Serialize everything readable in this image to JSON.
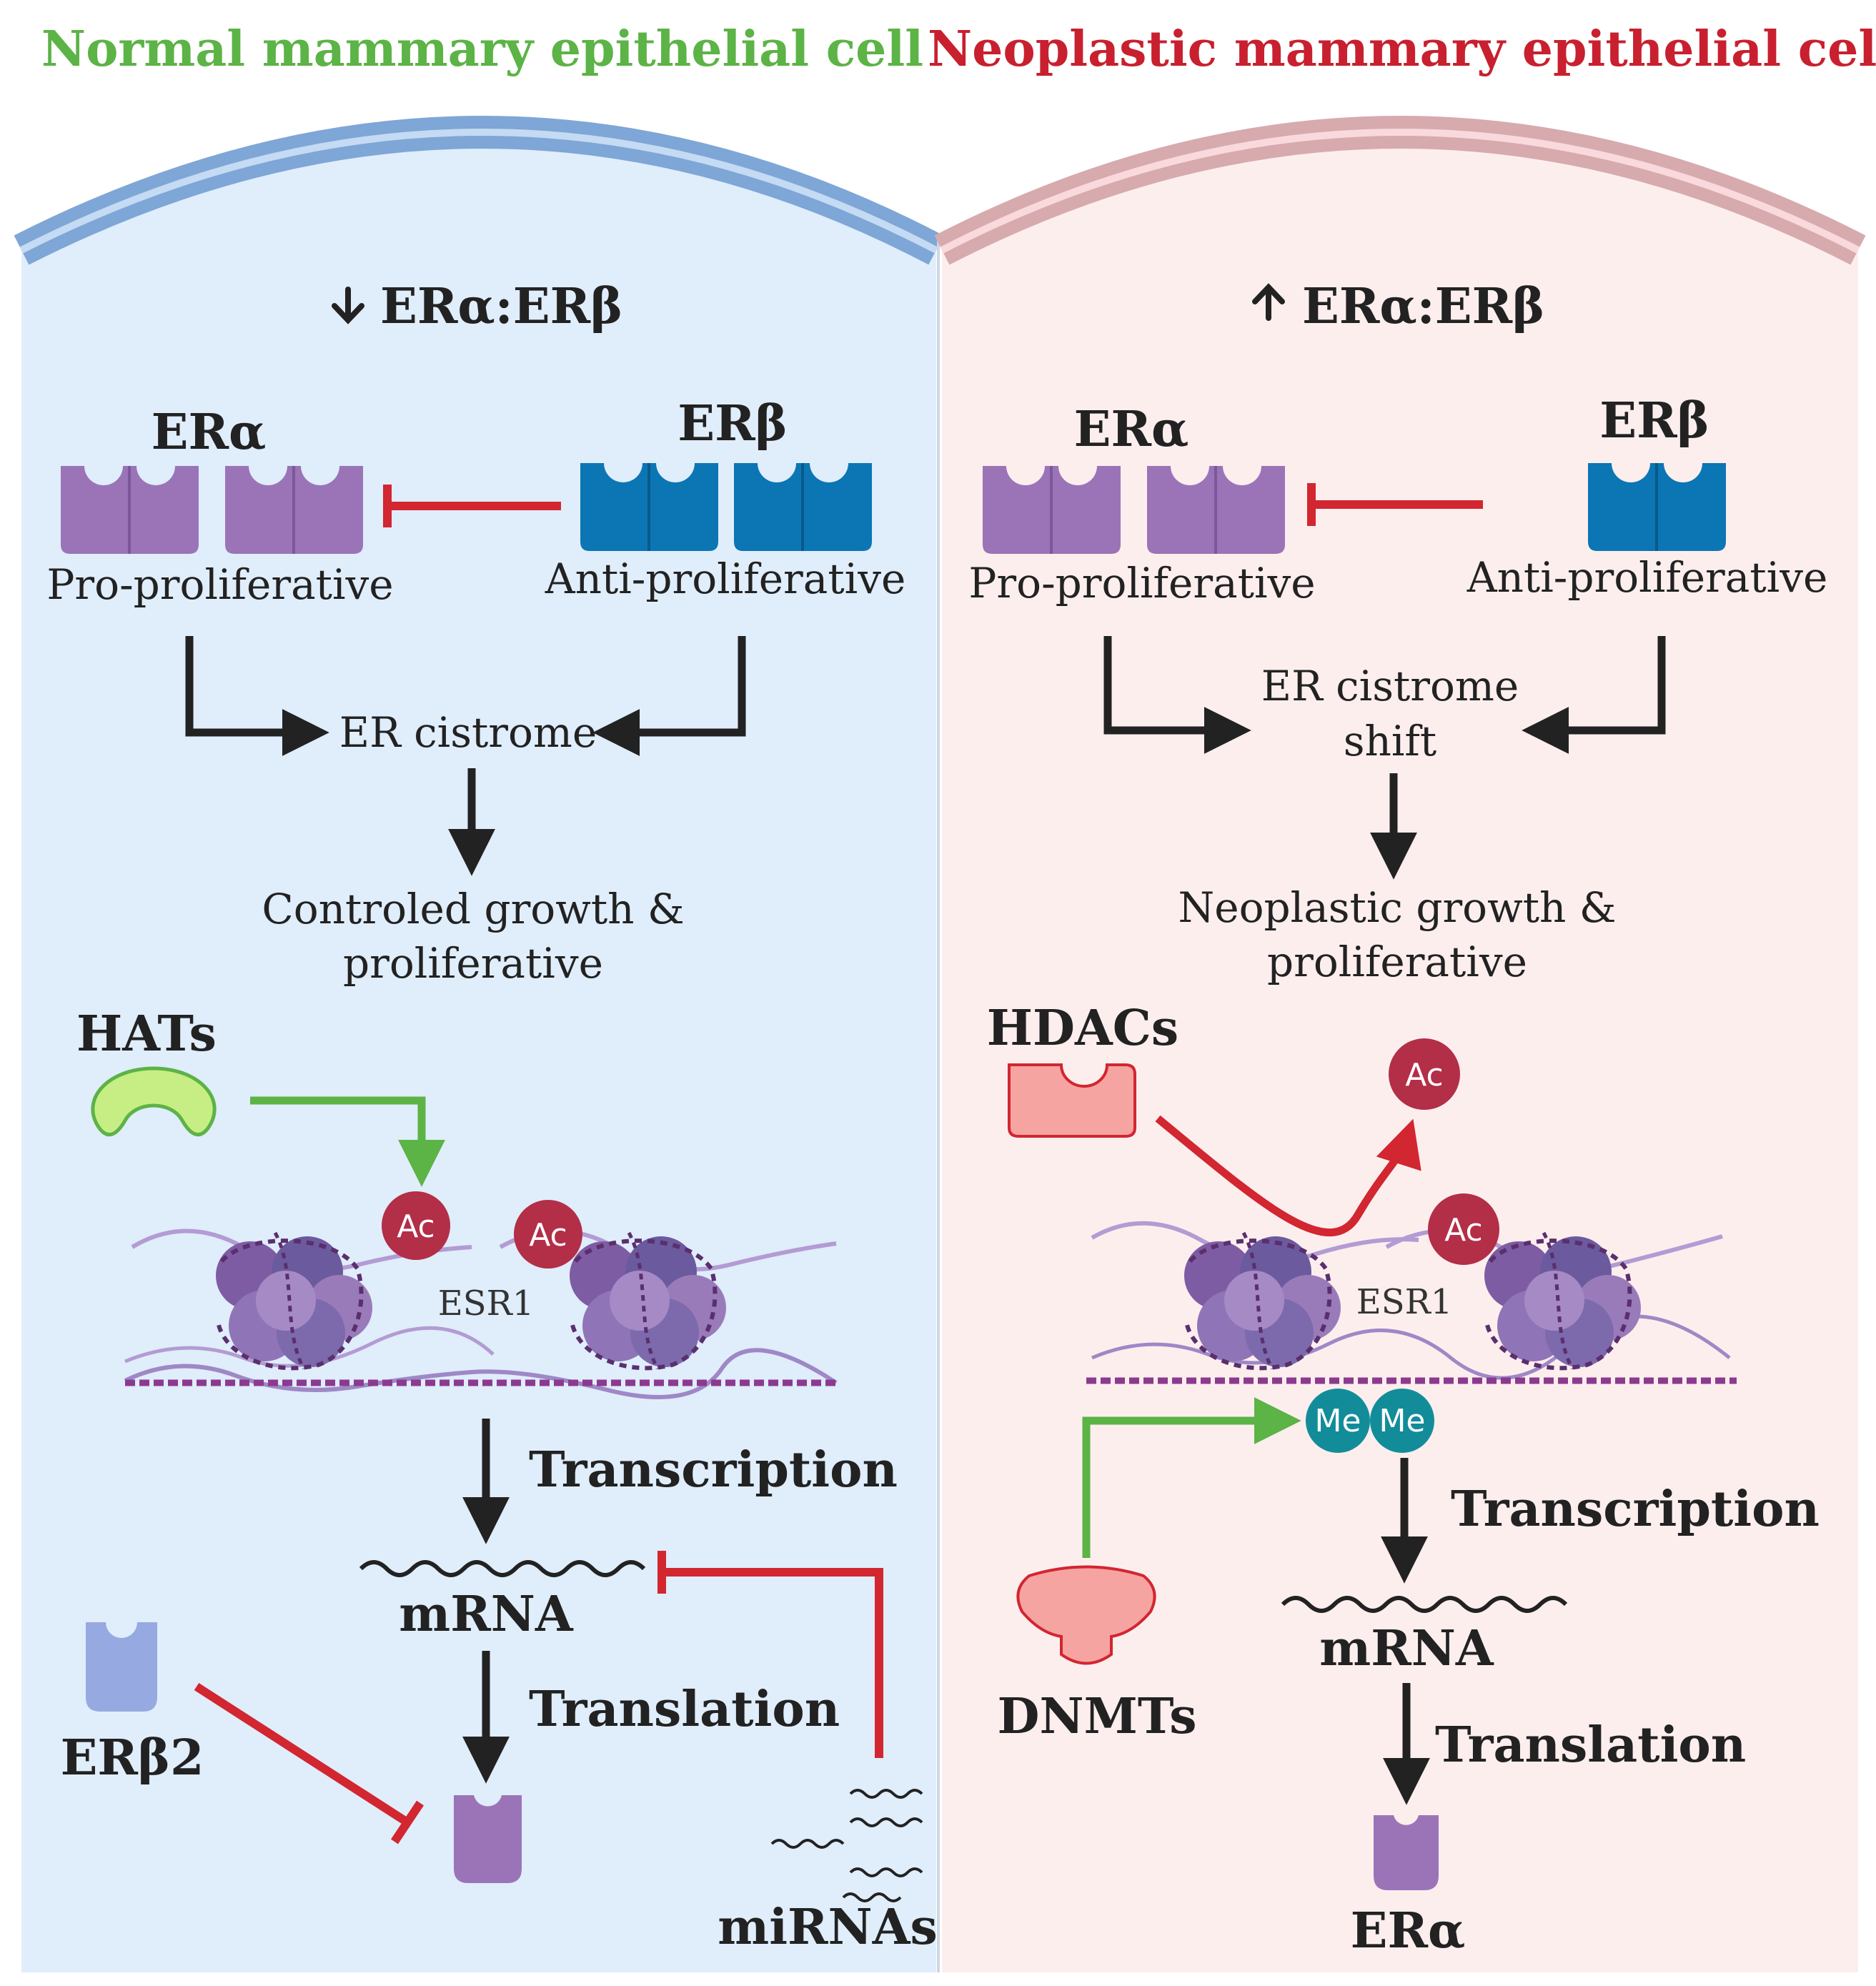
{
  "colors": {
    "normal_title": "#5cb346",
    "neoplastic_title": "#c8202f",
    "normal_bg": "#e0edfb",
    "neoplastic_bg": "#fdeeee",
    "era": "#9b74b8",
    "erb": "#0b76b3",
    "inhibit": "#d22630",
    "activate": "#5cb346",
    "ac_mark": "#b32e47",
    "me_mark": "#138c9a"
  },
  "left": {
    "title": "Normal mammary epithelial cell",
    "ratio": "ERα:ERβ",
    "ratio_arrow": "down",
    "era_label": "ERα",
    "erb_label": "ERβ",
    "pro_label": "Pro-proliferative",
    "anti_label": "Anti-proliferative",
    "cistrome_label": "ER cistrome",
    "outcome_line1": "Controled growth &",
    "outcome_line2": "proliferative",
    "enzyme_label": "HATs",
    "ac1": "Ac",
    "ac2": "Ac",
    "gene_label": "ESR1",
    "transcription_label": "Transcription",
    "mrna_label": "mRNA",
    "translation_label": "Translation",
    "erb2_label": "ERβ2",
    "mirna_label": "miRNAs"
  },
  "right": {
    "title": "Neoplastic mammary epithelial cell",
    "ratio": "ERα:ERβ",
    "ratio_arrow": "up",
    "era_label": "ERα",
    "erb_label": "ERβ",
    "pro_label": "Pro-proliferative",
    "anti_label": "Anti-proliferative",
    "cistrome_line1": "ER cistrome",
    "cistrome_line2": "shift",
    "outcome_line1": "Neoplastic growth &",
    "outcome_line2": "proliferative",
    "enzyme_label": "HDACs",
    "ac_removed": "Ac",
    "ac_bound": "Ac",
    "gene_label": "ESR1",
    "me1": "Me",
    "me2": "Me",
    "dnmt_label": "DNMTs",
    "transcription_label": "Transcription",
    "mrna_label": "mRNA",
    "translation_label": "Translation",
    "product_label": "ERα"
  }
}
